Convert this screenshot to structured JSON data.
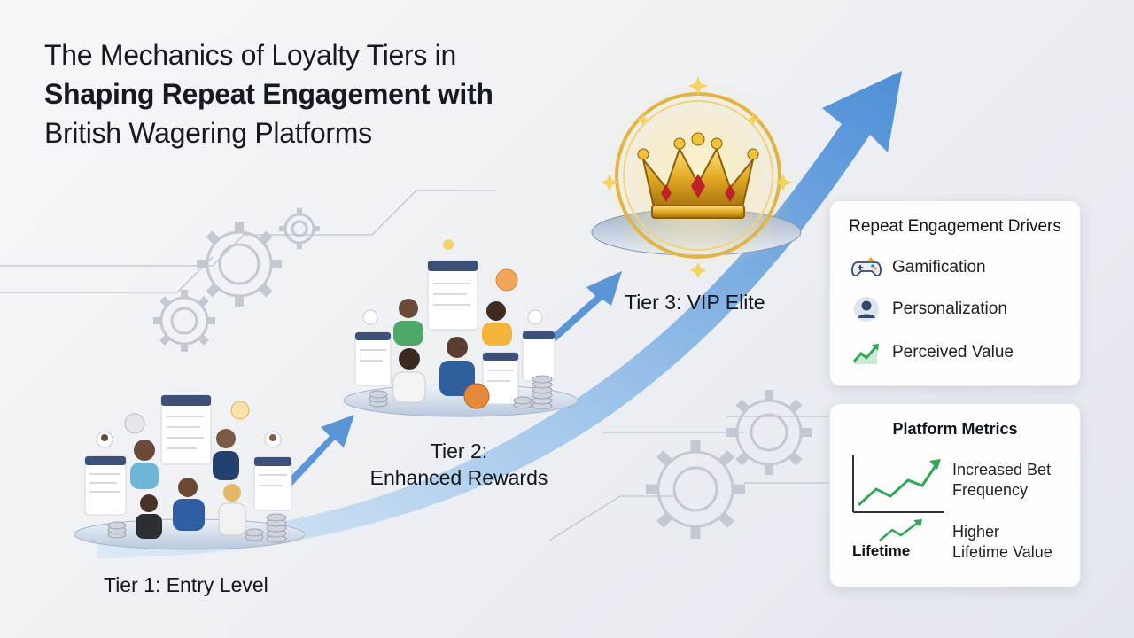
{
  "title": {
    "line1": "The Mechanics of Loyalty Tiers in",
    "line2": "Shaping Repeat Engagement with",
    "line3": "British Wagering Platforms"
  },
  "tiers": [
    {
      "label": "Tier 1: Entry Level"
    },
    {
      "label_line1": "Tier 2:",
      "label_line2": "Enhanced Rewards"
    },
    {
      "label": "Tier 3: VIP Elite"
    }
  ],
  "drivers_card": {
    "title": "Repeat Engagement Drivers",
    "items": [
      {
        "label": "Gamification",
        "icon": "gamepad-icon"
      },
      {
        "label": "Personalization",
        "icon": "user-icon"
      },
      {
        "label": "Perceived Value",
        "icon": "trend-up-icon"
      }
    ]
  },
  "metrics_card": {
    "title": "Platform Metrics",
    "items": [
      {
        "line1": "Increased Bet",
        "line2": "Frequency",
        "icon": "line-chart-icon"
      },
      {
        "line1": "Higher",
        "line2": "Lifetime Value",
        "icon": "trend-up-icon",
        "caption": "Lifetime"
      }
    ]
  },
  "colors": {
    "arrow": "#4f8fd6",
    "gold": "#d9a520",
    "green": "#2eaa55",
    "navy": "#34486e"
  }
}
